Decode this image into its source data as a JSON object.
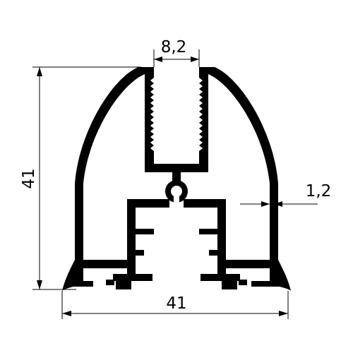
{
  "drawing": {
    "type": "aluminium profile cross-section",
    "colors": {
      "profile": "#000000",
      "background": "#ffffff",
      "dimension": "#000000"
    },
    "dimensions": {
      "slot_width": "8,2",
      "height": "41",
      "width": "41",
      "wall_thickness": "1,2"
    }
  }
}
